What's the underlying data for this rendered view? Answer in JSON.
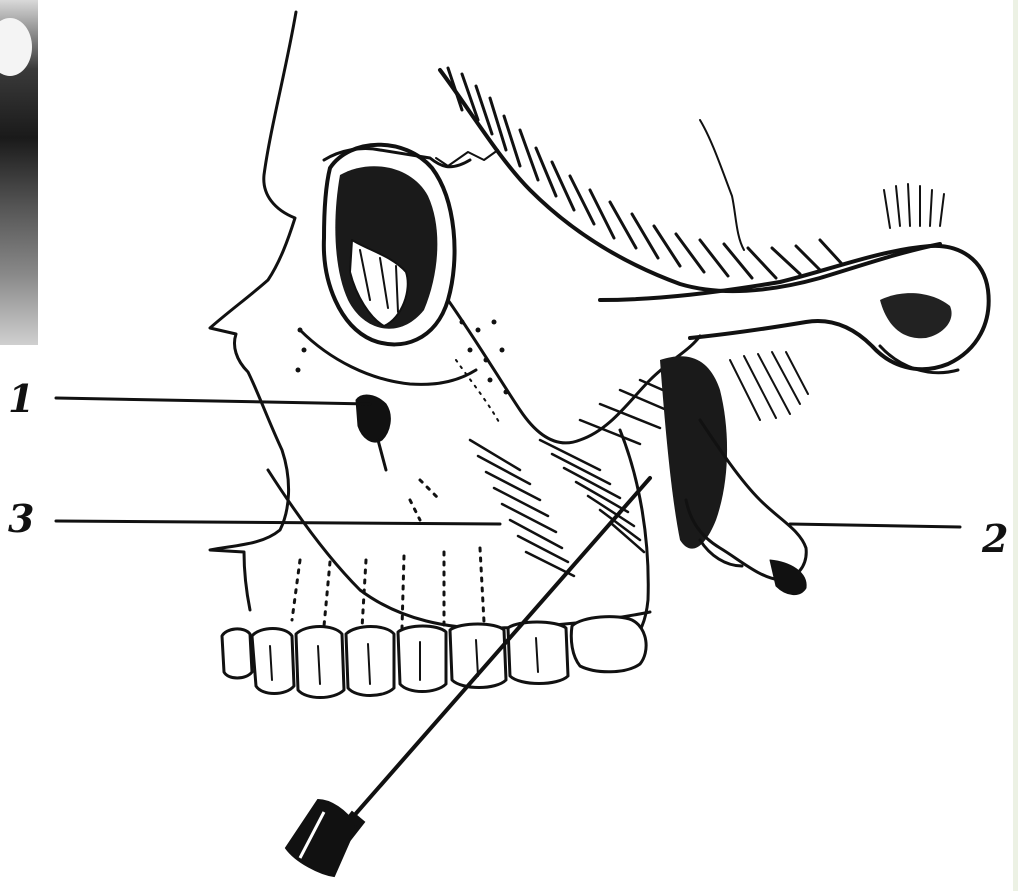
{
  "labels": {
    "one": "1",
    "two": "2",
    "three": "3"
  },
  "colors": {
    "ink": "#111111",
    "paper": "#ffffff"
  }
}
